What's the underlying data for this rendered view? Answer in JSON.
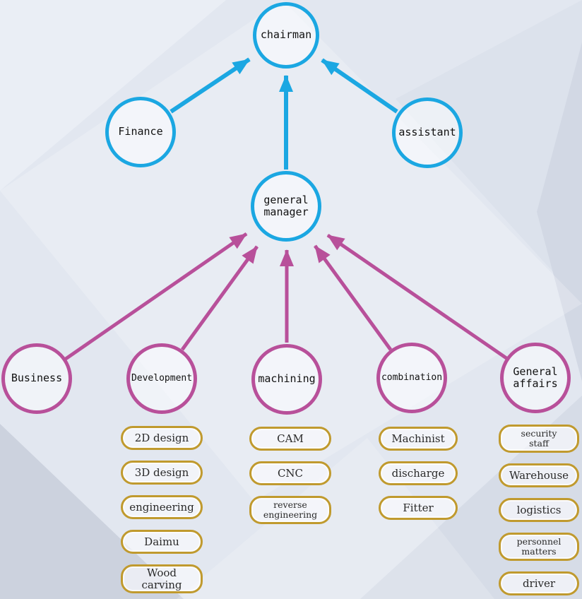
{
  "nodes": {
    "chairman": "chairman",
    "finance": "Finance",
    "assistant": "assistant",
    "general_manager": "general\nmanager",
    "business": "Business",
    "development": "Development",
    "machining": "machining",
    "combination": "combination",
    "general_affairs": "General\naffairs"
  },
  "pills": {
    "development": [
      "2D design",
      "3D design",
      "engineering",
      "Daimu",
      "Wood carving"
    ],
    "machining": [
      "CAM",
      "CNC",
      "reverse\nengineering"
    ],
    "combination": [
      "Machinist",
      "discharge",
      "Fitter"
    ],
    "general_affairs": [
      "security\nstaff",
      "Warehouse",
      "logistics",
      "personnel\nmatters",
      "driver"
    ]
  },
  "colors": {
    "top_level_accent": "#1BA7E2",
    "department_accent": "#B8509A",
    "subunit_accent": "#C09A2E"
  }
}
